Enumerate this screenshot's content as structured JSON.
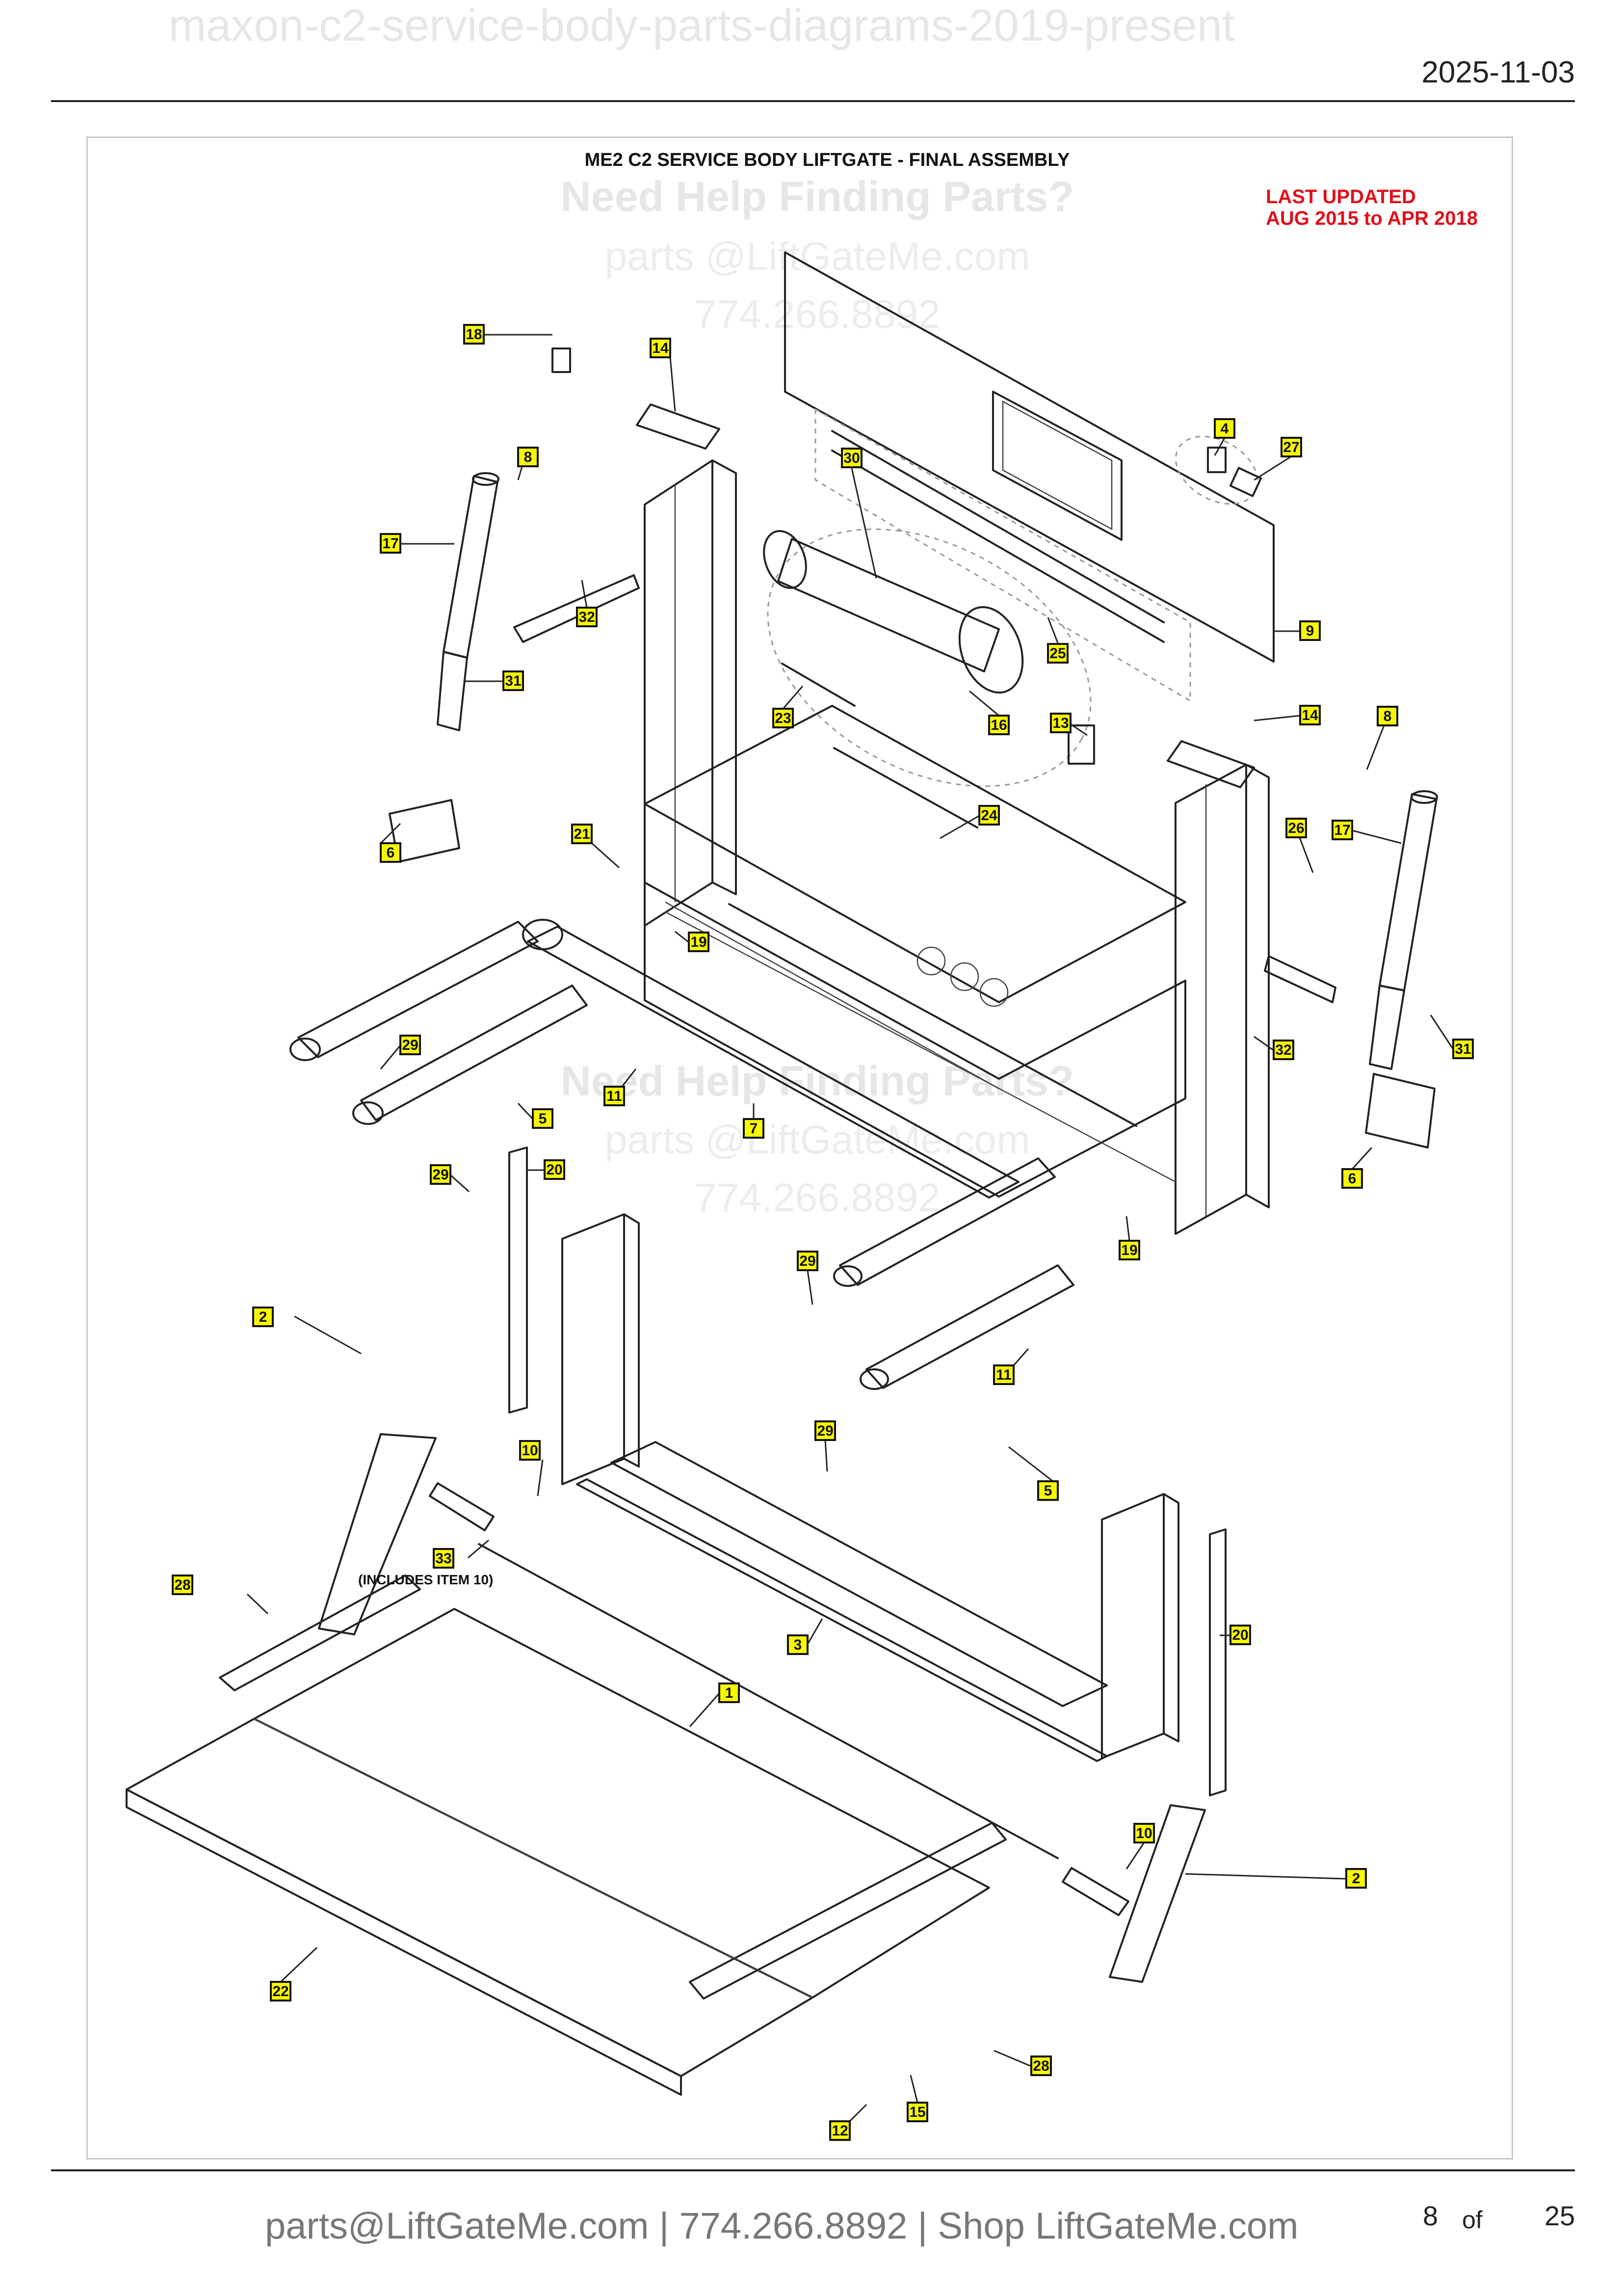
{
  "page": {
    "watermark_title": "maxon-c2-service-body-parts-diagrams-2019-present",
    "date": "2025-11-03",
    "footer": "parts@LiftGateMe.com | 774.266.8892 | Shop LiftGateMe.com",
    "page_current": "8",
    "page_of": "of",
    "page_total": "25"
  },
  "diagram": {
    "title": "ME2 C2 SERVICE BODY LIFTGATE - FINAL ASSEMBLY",
    "last_updated_line1": "LAST UPDATED",
    "last_updated_line2": "AUG 2015 to APR 2018",
    "note_item33": "(INCLUDES ITEM 10)",
    "watermark_line1": "Need Help Finding Parts?",
    "watermark_line2": "parts @LiftGateMe.com",
    "watermark_line3": "774.266.8892",
    "colors": {
      "callout_fill": "#f7f700",
      "accent_red": "#e0101a",
      "line": "#222222"
    },
    "callouts": [
      "18",
      "14",
      "8",
      "17",
      "30",
      "4",
      "27",
      "32",
      "31",
      "9",
      "25",
      "16",
      "23",
      "13",
      "14",
      "8",
      "6",
      "21",
      "24",
      "26",
      "17",
      "19",
      "29",
      "11",
      "32",
      "31",
      "5",
      "7",
      "20",
      "6",
      "29",
      "19",
      "2",
      "29",
      "11",
      "29",
      "5",
      "10",
      "33",
      "28",
      "3",
      "20",
      "1",
      "10",
      "2",
      "22",
      "28",
      "15",
      "12"
    ]
  }
}
